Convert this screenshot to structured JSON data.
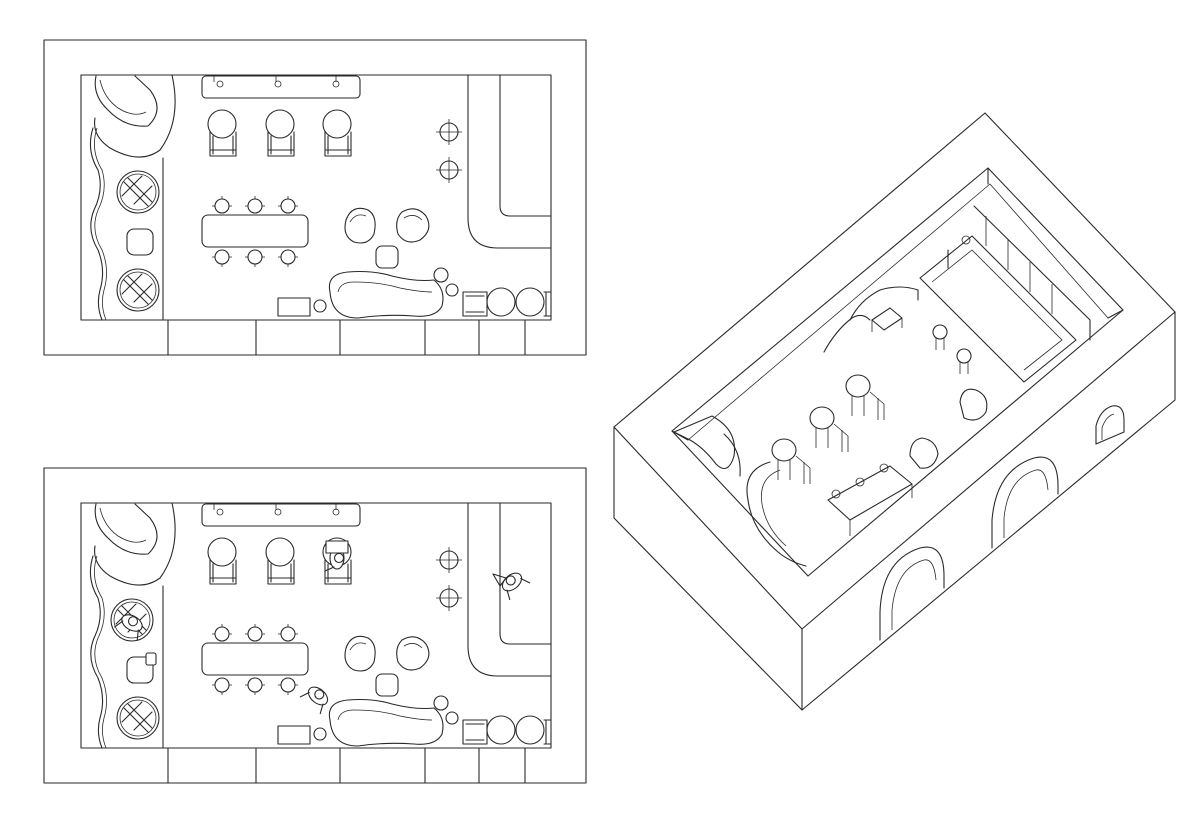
{
  "drawing": {
    "views": [
      "floor-plan",
      "floor-plan-with-people",
      "isometric-view"
    ],
    "colors": {
      "line": "#2a2a2a",
      "paper": "#ffffff"
    }
  }
}
